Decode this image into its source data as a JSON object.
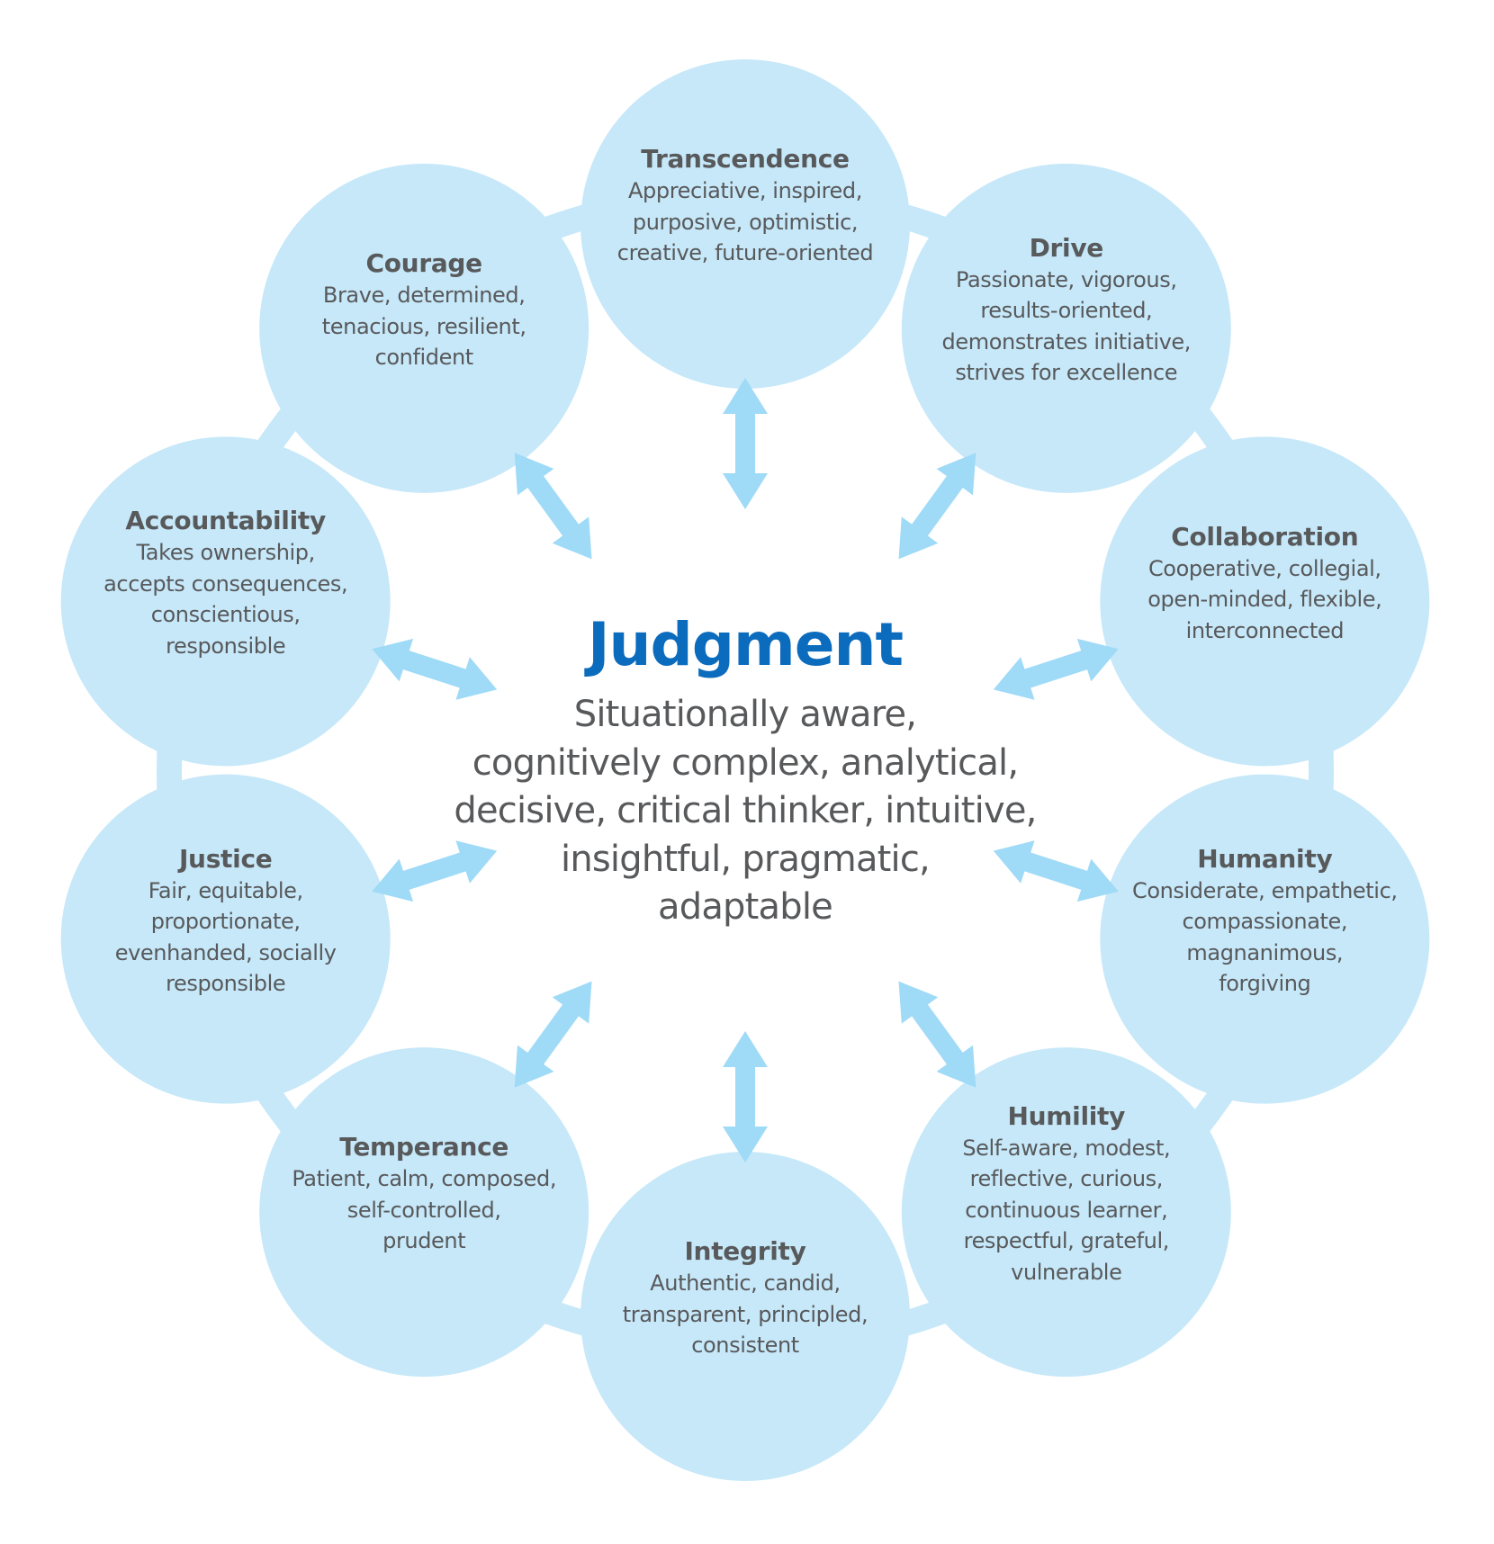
{
  "colors": {
    "circle_fill": "#c6e8f9",
    "arrow_fill": "#9fdaf7",
    "title_text": "#0b6bbd",
    "body_text": "#58595b"
  },
  "center": {
    "title": "Judgment",
    "description_lines": [
      "Situationally aware,",
      "cognitively complex, analytical,",
      "decisive, critical thinker, intuitive,",
      "insightful, pragmatic,",
      "adaptable"
    ]
  },
  "traits": [
    {
      "title": "Transcendence",
      "lines": [
        "Appreciative, inspired,",
        "purposive, optimistic,",
        "creative, future-oriented"
      ]
    },
    {
      "title": "Drive",
      "lines": [
        "Passionate, vigorous,",
        "results-oriented,",
        "demonstrates initiative,",
        "strives for excellence"
      ]
    },
    {
      "title": "Collaboration",
      "lines": [
        "Cooperative, collegial,",
        "open-minded, flexible,",
        "interconnected"
      ]
    },
    {
      "title": "Humanity",
      "lines": [
        "Considerate, empathetic,",
        "compassionate,",
        "magnanimous,",
        "forgiving"
      ]
    },
    {
      "title": "Humility",
      "lines": [
        "Self-aware, modest,",
        "reflective, curious,",
        "continuous learner,",
        "respectful, grateful,",
        "vulnerable"
      ]
    },
    {
      "title": "Integrity",
      "lines": [
        "Authentic, candid,",
        "transparent, principled,",
        "consistent"
      ]
    },
    {
      "title": "Temperance",
      "lines": [
        "Patient, calm, composed,",
        "self-controlled,",
        "prudent"
      ]
    },
    {
      "title": "Justice",
      "lines": [
        "Fair, equitable,",
        "proportionate,",
        "evenhanded, socially",
        "responsible"
      ]
    },
    {
      "title": "Accountability",
      "lines": [
        "Takes ownership,",
        "accepts consequences,",
        "conscientious,",
        "responsible"
      ]
    },
    {
      "title": "Courage",
      "lines": [
        "Brave, determined,",
        "tenacious, resilient,",
        "confident"
      ]
    }
  ]
}
